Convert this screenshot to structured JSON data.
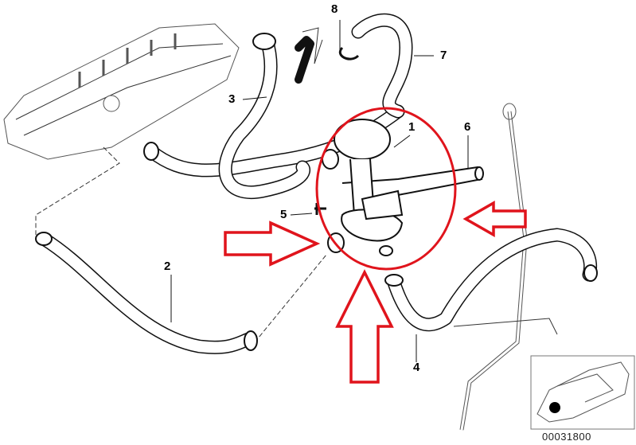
{
  "diagram": {
    "callouts": [
      "1",
      "2",
      "3",
      "4",
      "5",
      "6",
      "7",
      "8"
    ],
    "reference_number": "00031800",
    "highlight_color": "#e0141c"
  }
}
